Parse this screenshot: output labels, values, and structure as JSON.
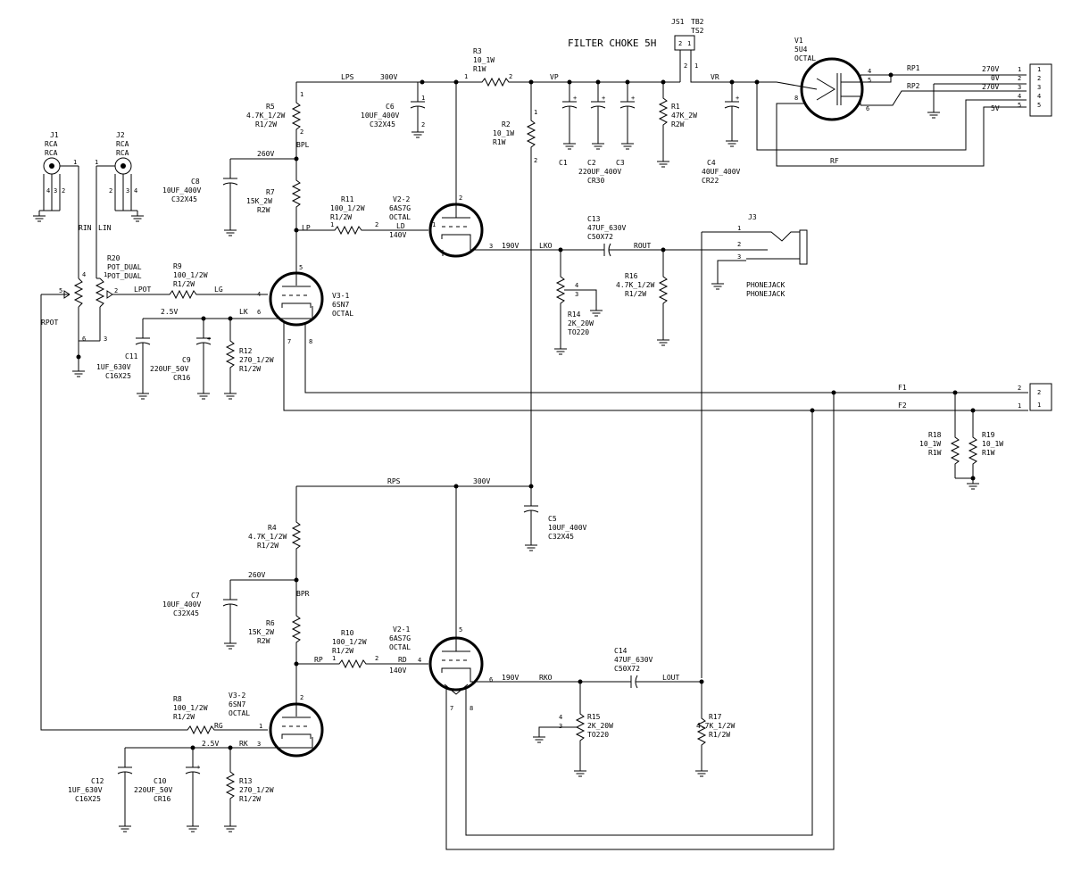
{
  "title": "FILTER CHOKE 5H",
  "choke": {
    "refs": [
      "JS1",
      "TB2",
      "TS2"
    ],
    "pin1": "1",
    "pin2": "2"
  },
  "tubes": {
    "v1": {
      "ref": "V1",
      "part": "5U4",
      "pkg": "OCTAL",
      "pins": [
        "4",
        "5",
        "8",
        "6"
      ]
    },
    "v2_2": {
      "ref": "V2-2",
      "part": "6AS7G",
      "pkg": "OCTAL",
      "pins": [
        "2",
        "1",
        "3"
      ]
    },
    "v2_1": {
      "ref": "V2-1",
      "part": "6AS7G",
      "pkg": "OCTAL",
      "pins": [
        "5",
        "4",
        "6",
        "7",
        "8"
      ]
    },
    "v3_1": {
      "ref": "V3-1",
      "part": "6SN7",
      "pkg": "OCTAL",
      "pins": [
        "5",
        "4",
        "6",
        "7",
        "8"
      ]
    },
    "v3_2": {
      "ref": "V3-2",
      "part": "6SN7",
      "pkg": "OCTAL",
      "pins": [
        "2",
        "1",
        "3"
      ]
    }
  },
  "resistors": {
    "r1": {
      "ref": "R1",
      "value": "47K_2W",
      "pkg": "R2W"
    },
    "r2": {
      "ref": "R2",
      "value": "10_1W",
      "pkg": "R1W"
    },
    "r3": {
      "ref": "R3",
      "value": "10_1W",
      "pkg": "R1W"
    },
    "r4": {
      "ref": "R4",
      "value": "4.7K_1/2W",
      "pkg": "R1/2W"
    },
    "r5": {
      "ref": "R5",
      "value": "4.7K_1/2W",
      "pkg": "R1/2W"
    },
    "r6": {
      "ref": "R6",
      "value": "15K_2W",
      "pkg": "R2W"
    },
    "r7": {
      "ref": "R7",
      "value": "15K_2W",
      "pkg": "R2W"
    },
    "r8": {
      "ref": "R8",
      "value": "100_1/2W",
      "pkg": "R1/2W"
    },
    "r9": {
      "ref": "R9",
      "value": "100_1/2W",
      "pkg": "R1/2W"
    },
    "r10": {
      "ref": "R10",
      "value": "100_1/2W",
      "pkg": "R1/2W"
    },
    "r11": {
      "ref": "R11",
      "value": "100_1/2W",
      "pkg": "R1/2W"
    },
    "r12": {
      "ref": "R12",
      "value": "270_1/2W",
      "pkg": "R1/2W"
    },
    "r13": {
      "ref": "R13",
      "value": "270_1/2W",
      "pkg": "R1/2W"
    },
    "r14": {
      "ref": "R14",
      "value": "2K_20W",
      "pkg": "TO220"
    },
    "r15": {
      "ref": "R15",
      "value": "2K_20W",
      "pkg": "TO220"
    },
    "r16": {
      "ref": "R16",
      "value": "4.7K_1/2W",
      "pkg": "R1/2W"
    },
    "r17": {
      "ref": "R17",
      "value": "4.7K_1/2W",
      "pkg": "R1/2W"
    },
    "r18": {
      "ref": "R18",
      "value": "10_1W",
      "pkg": "R1W"
    },
    "r19": {
      "ref": "R19",
      "value": "10_1W",
      "pkg": "R1W"
    },
    "r20": {
      "ref": "R20",
      "value": "POT_DUAL",
      "pkg": "POT_DUAL"
    }
  },
  "capacitors": {
    "c1": {
      "ref": "C1"
    },
    "c2": {
      "ref": "C2",
      "value": "220UF_400V",
      "pkg": "CR30"
    },
    "c3": {
      "ref": "C3"
    },
    "c4": {
      "ref": "C4",
      "value": "40UF_400V",
      "pkg": "CR22"
    },
    "c5": {
      "ref": "C5",
      "value": "10UF_400V",
      "pkg": "C32X45"
    },
    "c6": {
      "ref": "C6",
      "value": "10UF_400V",
      "pkg": "C32X45"
    },
    "c7": {
      "ref": "C7",
      "value": "10UF_400V",
      "pkg": "C32X45"
    },
    "c8": {
      "ref": "C8",
      "value": "10UF_400V",
      "pkg": "C32X45"
    },
    "c9": {
      "ref": "C9",
      "value": "220UF_50V",
      "pkg": "CR16"
    },
    "c10": {
      "ref": "C10",
      "value": "220UF_50V",
      "pkg": "CR16"
    },
    "c11": {
      "ref": "C11",
      "value": "1UF_630V",
      "pkg": "C16X25"
    },
    "c12": {
      "ref": "C12",
      "value": "1UF_630V",
      "pkg": "C16X25"
    },
    "c13": {
      "ref": "C13",
      "value": "47UF_630V",
      "pkg": "C50X72"
    },
    "c14": {
      "ref": "C14",
      "value": "47UF_630V",
      "pkg": "C50X72"
    }
  },
  "connectors": {
    "j1": {
      "ref": "J1",
      "type": "RCA",
      "pkg": "RCA"
    },
    "j2": {
      "ref": "J2",
      "type": "RCA",
      "pkg": "RCA"
    },
    "j3": {
      "ref": "J3",
      "type": "PHONEJACK",
      "pkg": "PHONEJACK"
    }
  },
  "nets": {
    "lps": "LPS",
    "rps": "RPS",
    "v300": "300V",
    "v260": "260V",
    "v190": "190V",
    "v140": "140V",
    "v25": "2.5V",
    "vp": "VP",
    "vr": "VR",
    "rp1": "RP1",
    "rp2": "RP2",
    "rf": "RF",
    "bpl": "BPL",
    "bpr": "BPR",
    "lp": "LP",
    "rp": "RP",
    "ld": "LD",
    "rd": "RD",
    "lk": "LK",
    "rk": "RK",
    "lko": "LKO",
    "rko": "RKO",
    "rout": "ROUT",
    "lout": "LOUT",
    "lpot": "LPOT",
    "rpot": "RPOT",
    "rin": "RIN",
    "lin": "LIN",
    "lg": "LG",
    "rg": "RG",
    "f1": "F1",
    "f2": "F2"
  },
  "transformer_terminal": {
    "labels": [
      "270V",
      "0V",
      "270V",
      "",
      "5V"
    ],
    "pins": [
      "1",
      "2",
      "3",
      "4",
      "5"
    ]
  },
  "filament_terminal": {
    "pins": [
      "2",
      "1"
    ]
  }
}
